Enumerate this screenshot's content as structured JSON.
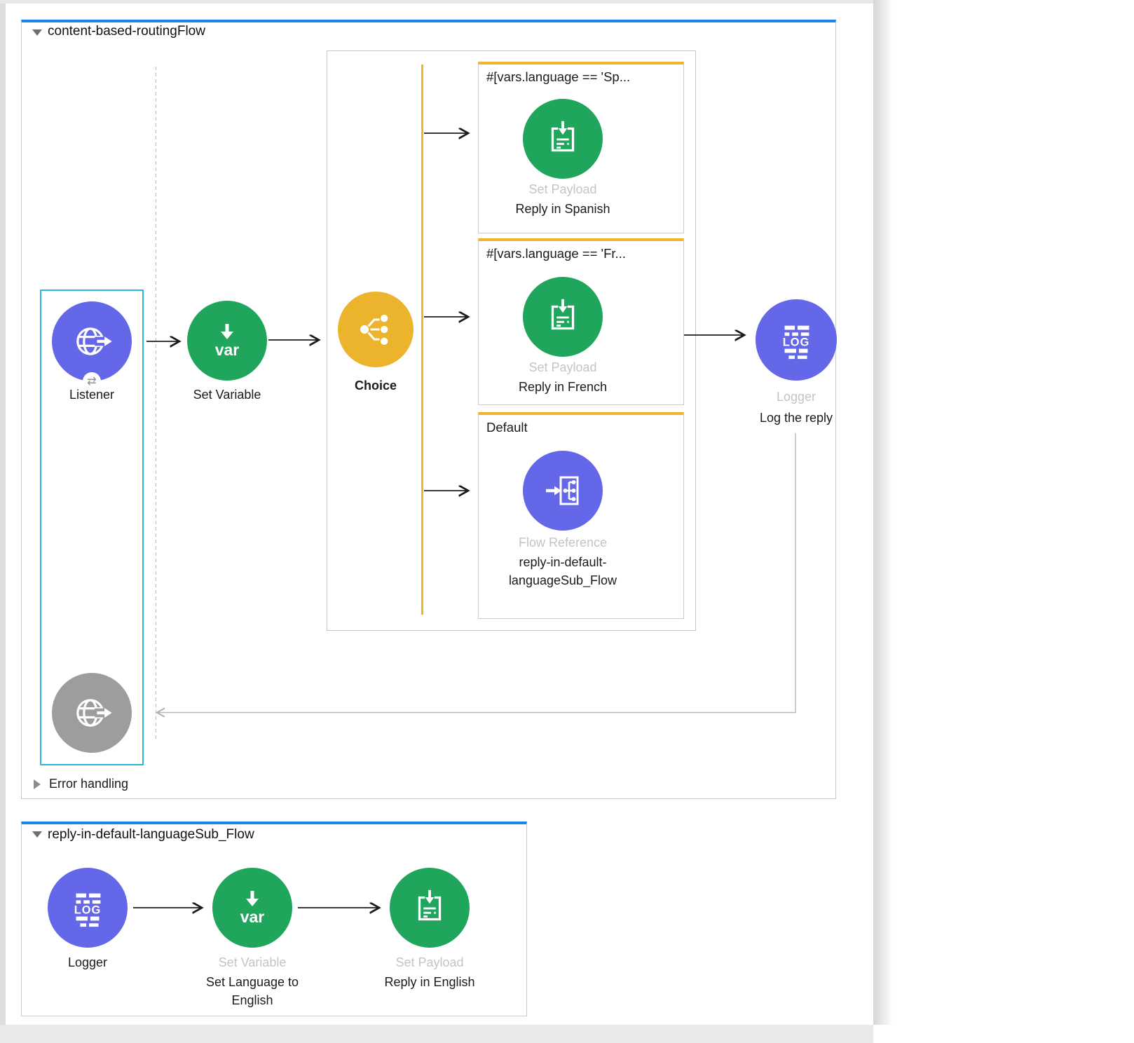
{
  "colors": {
    "flow_accent_blue": "#1c86e8",
    "node_purple": "#6467e8",
    "node_green": "#1fa65c",
    "node_yellow": "#ecb32c",
    "node_gray": "#9d9d9d",
    "selection_cyan": "#2ab7d9",
    "branch_bar_yellow": "#eeb62c"
  },
  "main_flow": {
    "title": "content-based-routingFlow",
    "error_handling_label": "Error handling",
    "listener": {
      "name": "Listener"
    },
    "set_variable": {
      "name": "Set Variable"
    },
    "choice": {
      "name": "Choice"
    },
    "logger": {
      "type": "Logger",
      "name": "Log the reply"
    },
    "branches": [
      {
        "condition": "#[vars.language == 'Sp...",
        "type": "Set Payload",
        "name": "Reply in Spanish"
      },
      {
        "condition": "#[vars.language == 'Fr...",
        "type": "Set Payload",
        "name": "Reply in French"
      },
      {
        "condition": "Default",
        "type": "Flow Reference",
        "name_line1": "reply-in-default-",
        "name_line2": "languageSub_Flow"
      }
    ]
  },
  "sub_flow": {
    "title": "reply-in-default-languageSub_Flow",
    "logger": {
      "name": "Logger"
    },
    "set_variable": {
      "type": "Set Variable",
      "name_line1": "Set Language to",
      "name_line2": "English"
    },
    "set_payload": {
      "type": "Set Payload",
      "name": "Reply in English"
    }
  },
  "icons": {
    "var_label": "var",
    "log_label": "LOG",
    "exchange_glyph": "⇄"
  }
}
